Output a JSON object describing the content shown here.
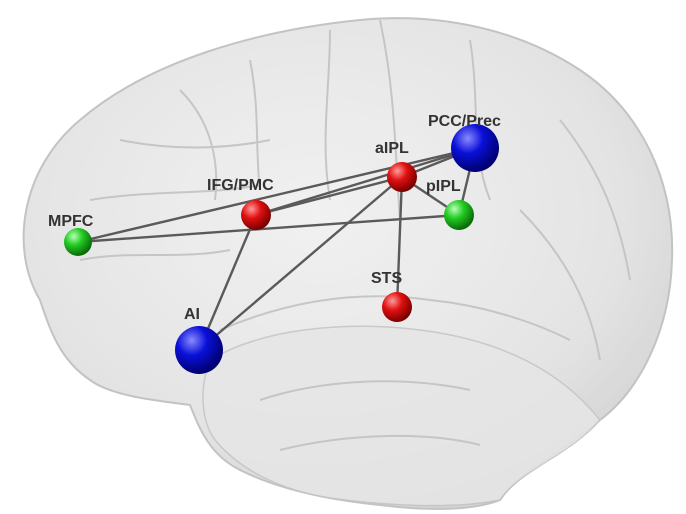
{
  "figure": {
    "colors": {
      "red": "#e01010",
      "green": "#22cc22",
      "blue": "#0a10d8",
      "edge": "#5a5a5a",
      "brain": "#d8d8d8"
    },
    "nodes": [
      {
        "id": "pcc",
        "label": "PCC/Prec",
        "color": "blue"
      },
      {
        "id": "aipl",
        "label": "aIPL",
        "color": "red"
      },
      {
        "id": "pipl",
        "label": "pIPL",
        "color": "green"
      },
      {
        "id": "ifg",
        "label": "IFG/PMC",
        "color": "red"
      },
      {
        "id": "mpfc",
        "label": "MPFC",
        "color": "green"
      },
      {
        "id": "sts",
        "label": "STS",
        "color": "red"
      },
      {
        "id": "ai",
        "label": "AI",
        "color": "blue"
      }
    ],
    "edges": [
      [
        "mpfc",
        "pcc"
      ],
      [
        "mpfc",
        "pipl"
      ],
      [
        "ifg",
        "pcc"
      ],
      [
        "ifg",
        "aipl"
      ],
      [
        "ifg",
        "ai"
      ],
      [
        "aipl",
        "pcc"
      ],
      [
        "aipl",
        "pipl"
      ],
      [
        "aipl",
        "sts"
      ],
      [
        "aipl",
        "ai"
      ],
      [
        "pcc",
        "pipl"
      ]
    ]
  }
}
